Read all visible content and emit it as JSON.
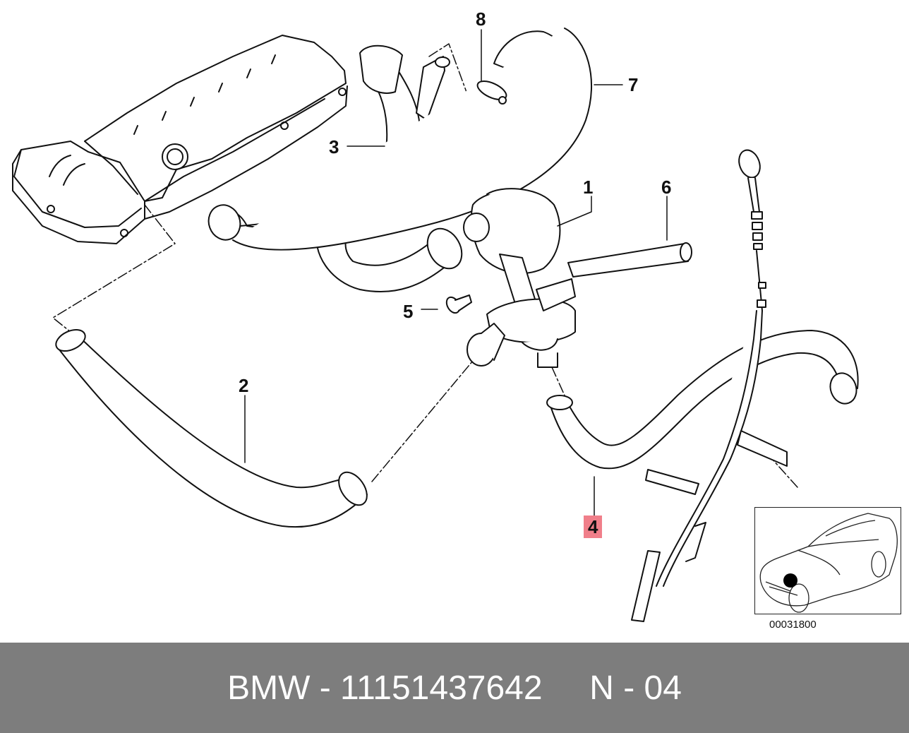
{
  "callouts": {
    "c1": "1",
    "c2": "2",
    "c3": "3",
    "c4": "4",
    "c5": "5",
    "c6": "6",
    "c7": "7",
    "c8": "8"
  },
  "highlighted_callout": "4",
  "inset": {
    "code": "00031800"
  },
  "footer": {
    "text": "BMW - 11151437642     N - 04"
  },
  "colors": {
    "highlight": "#f07f8a",
    "footer_bg": "#7d7d7d",
    "footer_text": "#ffffff"
  }
}
